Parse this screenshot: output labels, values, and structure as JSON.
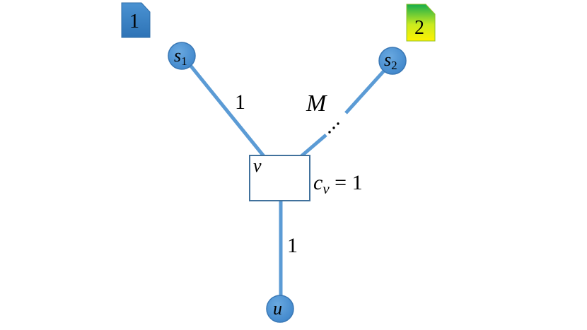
{
  "tags": {
    "tag1": {
      "label": "1",
      "colors": [
        "#3f87c8",
        "#2f76b9"
      ]
    },
    "tag2": {
      "label": "2",
      "colors": [
        "#1db34c",
        "#fff200"
      ]
    }
  },
  "nodes": {
    "s1": {
      "base": "s",
      "sub": "1"
    },
    "s2": {
      "base": "s",
      "sub": "2"
    },
    "u": {
      "label": "u"
    },
    "v": {
      "label": "v"
    }
  },
  "edges": {
    "s1_v": "1",
    "s2_v": "M",
    "v_u": "1"
  },
  "capacity": {
    "base": "c",
    "sub": "v",
    "rest": " = 1"
  },
  "colors": {
    "edge": "#5b9bd5",
    "node_fill": "#4a8fd1",
    "node_stroke": "#3a78b5",
    "box_stroke": "#41719c",
    "text": "#000000"
  }
}
